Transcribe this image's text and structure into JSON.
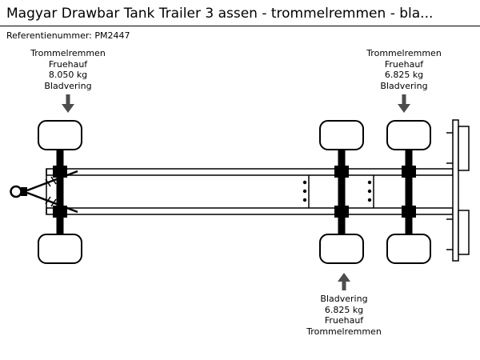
{
  "header": {
    "title": "Magyar Drawbar Tank Trailer 3 assen - trommelremmen - bla...",
    "reference": "Referentienummer: PM2447"
  },
  "annotations": {
    "front_axle": {
      "lines": [
        "Trommelremmen",
        "Fruehauf",
        "8.050 kg",
        "Bladvering"
      ]
    },
    "rear_axle_2": {
      "lines": [
        "Trommelremmen",
        "Fruehauf",
        "6.825 kg",
        "Bladvering"
      ]
    },
    "rear_axle_1": {
      "lines": [
        "Bladvering",
        "6.825 kg",
        "Fruehauf",
        "Trommelremmen"
      ]
    }
  },
  "colors": {
    "arrow": "#4d4d4d",
    "line": "#000000",
    "background": "#ffffff"
  }
}
